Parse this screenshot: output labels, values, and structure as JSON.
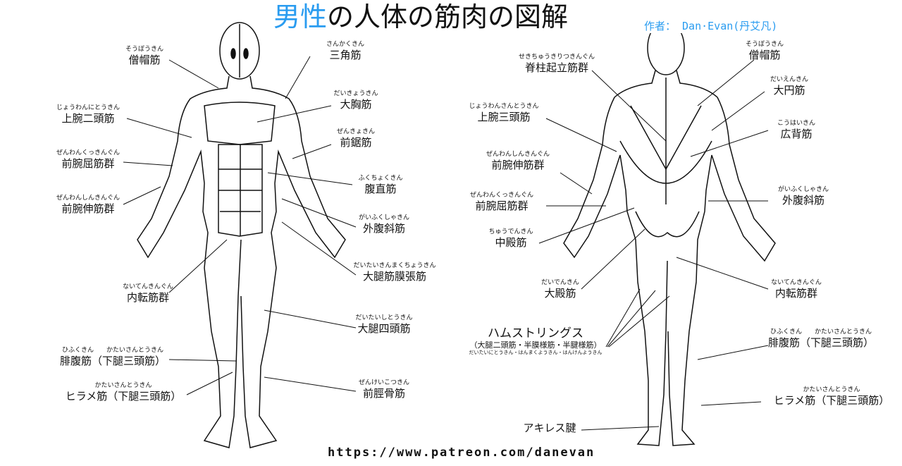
{
  "title": {
    "part1": "男性",
    "part2": "の人体の筋肉の図解"
  },
  "author": "作者： Dan·Evan(丹艾凡)",
  "url": "https://www.patreon.com/danevan",
  "colors": {
    "accent": "#2a9cf0",
    "ink": "#111111"
  },
  "front_labels": [
    {
      "ruby": "そうぼうきん",
      "name": "僧帽筋"
    },
    {
      "ruby": "さんかくきん",
      "name": "三角筋"
    },
    {
      "ruby": "じょうわんにとうきん",
      "name": "上腕二頭筋"
    },
    {
      "ruby": "だいきょうきん",
      "name": "大胸筋"
    },
    {
      "ruby": "ぜんわんくっきんぐん",
      "name": "前腕屈筋群"
    },
    {
      "ruby": "ぜんきょきん",
      "name": "前鋸筋"
    },
    {
      "ruby": "ふくちょくきん",
      "name": "腹直筋"
    },
    {
      "ruby": "ぜんわんしんきんぐん",
      "name": "前腕伸筋群"
    },
    {
      "ruby": "がいふくしゃきん",
      "name": "外腹斜筋"
    },
    {
      "ruby": "だいたいきんまくちょうきん",
      "name": "大腿筋膜張筋"
    },
    {
      "ruby": "ないてんきんぐん",
      "name": "内転筋群"
    },
    {
      "ruby": "だいたいしとうきん",
      "name": "大腿四頭筋"
    },
    {
      "ruby": "ひふくきん　　かたいさんとうきん",
      "name": "腓腹筋（下腿三頭筋）"
    },
    {
      "ruby": "ぜんけいこつきん",
      "name": "前脛骨筋"
    },
    {
      "ruby": "かたいさんとうきん",
      "name": "ヒラメ筋（下腿三頭筋）"
    }
  ],
  "back_labels": [
    {
      "ruby": "せきちゅうきりつきんぐん",
      "name": "脊柱起立筋群"
    },
    {
      "ruby": "そうぼうきん",
      "name": "僧帽筋"
    },
    {
      "ruby": "だいえんきん",
      "name": "大円筋"
    },
    {
      "ruby": "じょうわんさんとうきん",
      "name": "上腕三頭筋"
    },
    {
      "ruby": "こうはいきん",
      "name": "広背筋"
    },
    {
      "ruby": "ぜんわんしんきんぐん",
      "name": "前腕伸筋群"
    },
    {
      "ruby": "がいふくしゃきん",
      "name": "外腹斜筋"
    },
    {
      "ruby": "ぜんわんくっきんぐん",
      "name": "前腕屈筋群"
    },
    {
      "ruby": "ちゅうでんきん",
      "name": "中殿筋"
    },
    {
      "ruby": "だいでんきん",
      "name": "大殿筋"
    },
    {
      "ruby": "ないてんきんぐん",
      "name": "内転筋群"
    },
    {
      "ruby": "ひふくきん　　かたいさんとうきん",
      "name": "腓腹筋（下腿三頭筋）"
    },
    {
      "ruby": "かたいさんとうきん",
      "name": "ヒラメ筋（下腿三頭筋）"
    },
    {
      "ruby": "",
      "name": "アキレス腱"
    }
  ],
  "hamstrings": {
    "name": "ハムストリングス",
    "sub": "（大腿二頭筋・半膜様筋・半腱様筋）",
    "ruby": "だいたいにとうきん・はんまくようきん・はんけんようきん"
  }
}
